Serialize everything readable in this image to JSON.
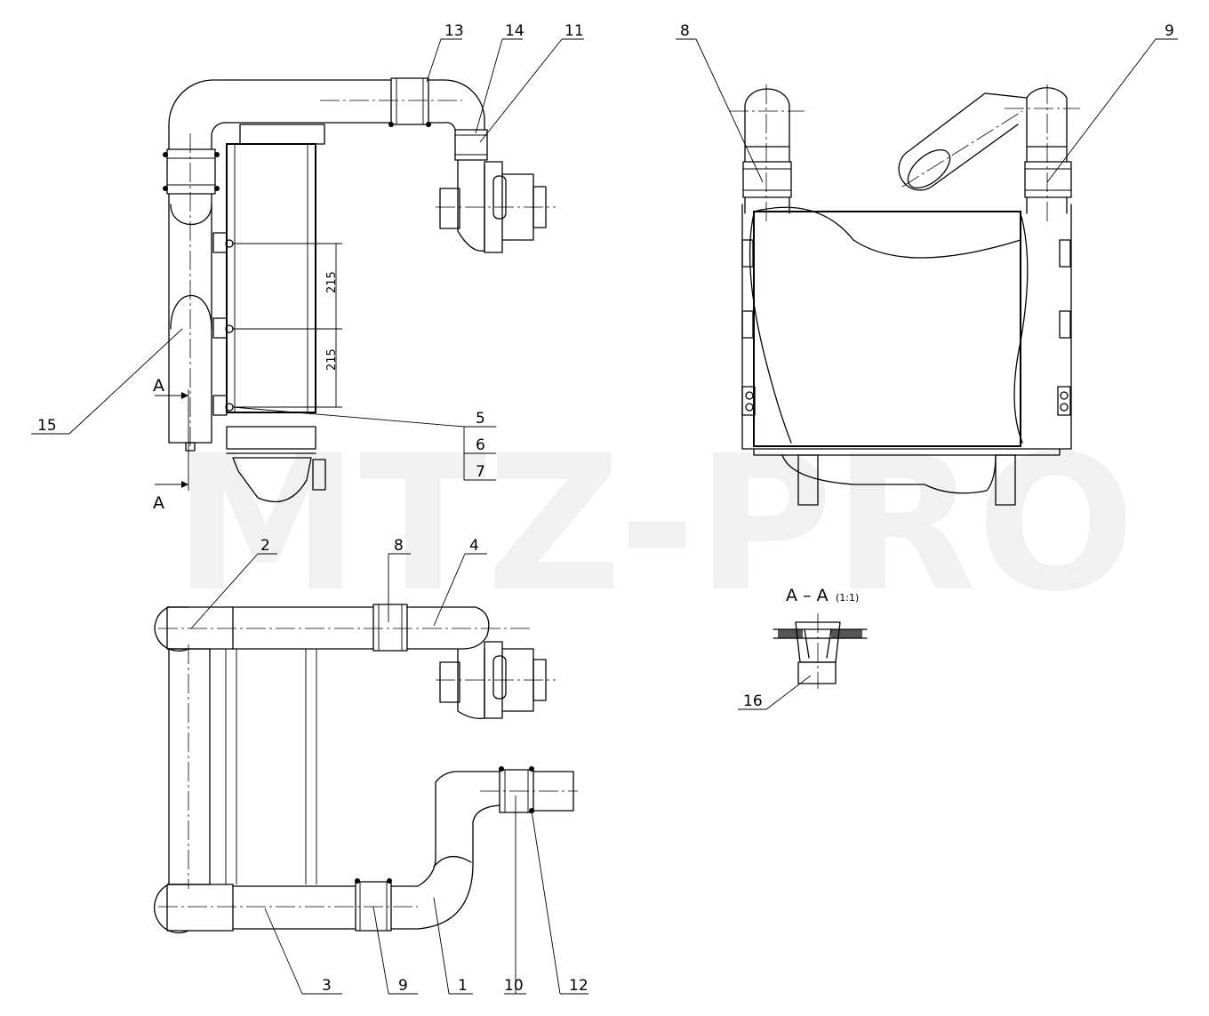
{
  "watermark": "MTZ-PRO",
  "labels": {
    "p1": "1",
    "p2": "2",
    "p3": "3",
    "p4": "4",
    "p5": "5",
    "p6": "6",
    "p7": "7",
    "p8_top": "8",
    "p8_bottom": "8",
    "p9_top": "9",
    "p9_bottom": "9",
    "p10": "10",
    "p11": "11",
    "p12": "12",
    "p13": "13",
    "p14": "14",
    "p15": "15",
    "p16": "16"
  },
  "dimensions": {
    "d1": "215",
    "d2": "215"
  },
  "section": {
    "arrow_top": "A",
    "arrow_bottom": "A",
    "title": "A – A",
    "scale": "(1:1)"
  }
}
